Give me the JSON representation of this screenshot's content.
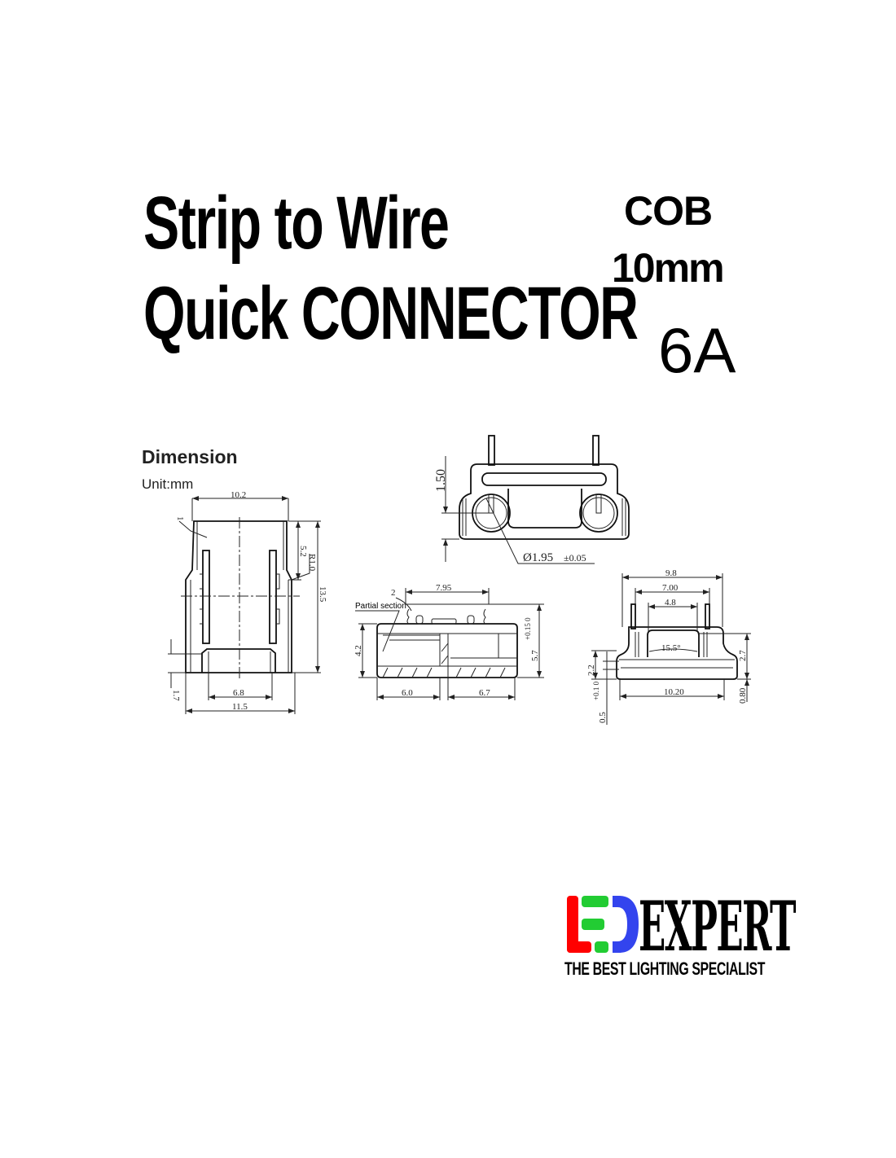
{
  "title": {
    "line1": "Strip to Wire",
    "line2": "Quick CONNECTOR"
  },
  "specs": {
    "type": "COB",
    "width": "10mm",
    "current": "6A"
  },
  "dimension": {
    "heading": "Dimension",
    "unit": "Unit:mm",
    "top_view": {
      "width": "10.2",
      "height": "13.5",
      "upper": "5.2",
      "radius": "R1.0",
      "inner_bottom": "6.8",
      "overall": "11.5",
      "offset": "1.7",
      "part": "1"
    },
    "front_view": {
      "height": "1.50",
      "hole": "Ø1.95",
      "tolerance": "±0.05"
    },
    "section_view": {
      "part": "2",
      "label": "Partial section",
      "top": "7.95",
      "height": "4.2",
      "total": "5.7",
      "tol": "+0.15 0",
      "left": "6.0",
      "right": "6.7"
    },
    "end_view": {
      "outer": "9.8",
      "pins": "7.00",
      "inner": "4.8",
      "angle": "15.5°",
      "base": "10.20",
      "height": "2.7",
      "bottom": "0.80",
      "side": "2.2",
      "lip": "0.5",
      "lip_tol": "+0.1 0"
    }
  },
  "logo": {
    "brand": "EXPERT",
    "tagline": "THE BEST LIGHTING SPECIALIST",
    "colors": {
      "red": "#ff0000",
      "green": "#22cc33",
      "blue": "#3344ee"
    }
  }
}
